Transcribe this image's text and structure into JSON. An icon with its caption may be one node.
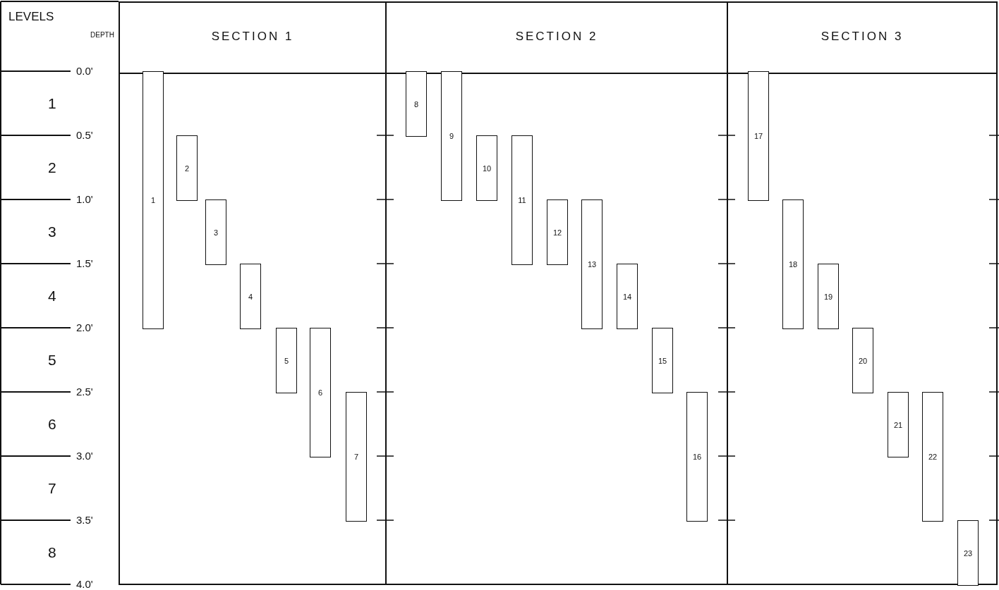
{
  "diagram": {
    "nodes": [
      {
        "text": [
          "SECTION 1"
        ]
      },
      {
        "text": [
          "1"
        ],
        "in": 0
      },
      {
        "text": [
          "2"
        ],
        "in": 0
      },
      {
        "text": [
          "3"
        ],
        "in": 0
      },
      {
        "text": [
          "4"
        ],
        "in": 0
      },
      {
        "text": [
          "5"
        ],
        "in": 0
      },
      {
        "text": [
          "6"
        ],
        "in": 0
      },
      {
        "text": [
          "7"
        ],
        "in": 0
      },
      {
        "text": [
          "SECTION 2"
        ]
      },
      {
        "text": [
          "8"
        ],
        "in": 8
      },
      {
        "text": [
          "9"
        ],
        "in": 8
      },
      {
        "text": [
          "10"
        ],
        "in": 8
      },
      {
        "text": [
          "11"
        ],
        "in": 8
      },
      {
        "text": [
          "12"
        ],
        "in": 8
      },
      {
        "text": [
          "13"
        ],
        "in": 8
      },
      {
        "text": [
          "14"
        ],
        "in": 8
      },
      {
        "text": [
          "15"
        ],
        "in": 8
      },
      {
        "text": [
          "16"
        ],
        "in": 8
      },
      {
        "text": [
          "SECTION 3"
        ]
      },
      {
        "text": [
          "17"
        ],
        "in": 18
      },
      {
        "text": [
          "18"
        ],
        "in": 18
      },
      {
        "text": [
          "19"
        ],
        "in": 18
      },
      {
        "text": [
          "20"
        ],
        "in": 18
      },
      {
        "text": [
          "21"
        ],
        "in": 18
      },
      {
        "text": [
          "22"
        ],
        "in": 18
      },
      {
        "text": [
          "23"
        ],
        "in": 18
      }
    ],
    "labels": [
      "LEVELS",
      "DEPTH",
      "0.0'",
      "1",
      "0.5'",
      "2",
      "1.0'",
      "3",
      "1.5'",
      "4",
      "2.0'",
      "5",
      "2.5'",
      "6",
      "3.0'",
      "7",
      "3.5'",
      "8",
      "4.0'"
    ]
  }
}
